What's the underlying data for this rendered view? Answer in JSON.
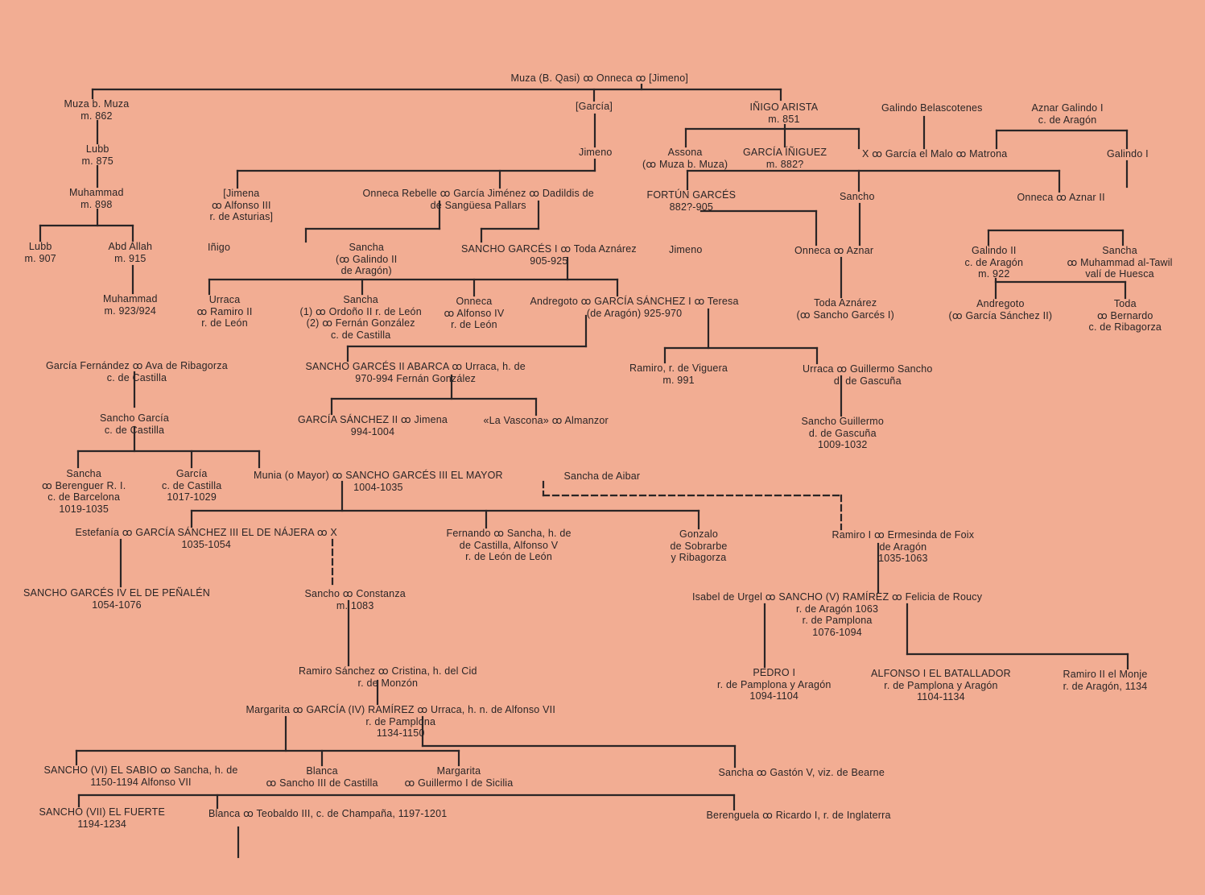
{
  "nodes": [
    {
      "id": "muza_qasi",
      "lines": [
        "Muza (B. Qasi) ꝏ Onneca ꝏ [Jimeno]"
      ]
    },
    {
      "id": "muza_b_muza",
      "lines": [
        "Muza b. Muza",
        "m. 862"
      ]
    },
    {
      "id": "garcia_bracket",
      "lines": [
        "[García]"
      ]
    },
    {
      "id": "inigo_arista",
      "lines": [
        "IÑIGO ARISTA",
        "m. 851"
      ]
    },
    {
      "id": "galindo_belasco",
      "lines": [
        "Galindo Belascotenes"
      ]
    },
    {
      "id": "aznar_galindo",
      "lines": [
        "Aznar Galindo I",
        "c. de Aragón"
      ]
    },
    {
      "id": "lubb_875",
      "lines": [
        "Lubb",
        "m. 875"
      ]
    },
    {
      "id": "jimeno_1",
      "lines": [
        "Jimeno"
      ]
    },
    {
      "id": "assona",
      "lines": [
        "Assona",
        "(ꝏ Muza b. Muza)"
      ]
    },
    {
      "id": "garcia_iniguez",
      "lines": [
        "GARCÍA ÍÑIGUEZ",
        "m. 882?"
      ]
    },
    {
      "id": "x_garcia_malo",
      "lines": [
        "X ꝏ García el Malo ꝏ Matrona"
      ]
    },
    {
      "id": "galindo_i",
      "lines": [
        "Galindo I"
      ]
    },
    {
      "id": "muhammad_898",
      "lines": [
        "Muhammad",
        "m. 898"
      ]
    },
    {
      "id": "jimena",
      "lines": [
        "[Jimena",
        "ꝏ Alfonso III",
        "r. de Asturias]"
      ]
    },
    {
      "id": "onneca_rebelle",
      "lines": [
        "Onneca Rebelle ꝏ García Jiménez ꝏ Dadildis de",
        "de Sangüesa                                       Pallars"
      ]
    },
    {
      "id": "fortun",
      "lines": [
        "FORTÚN GARCÉS",
        "882?-905"
      ]
    },
    {
      "id": "sancho_1",
      "lines": [
        "Sancho"
      ]
    },
    {
      "id": "onneca_aznar2",
      "lines": [
        "Onneca ꝏ Aznar II"
      ]
    },
    {
      "id": "lubb_907",
      "lines": [
        "Lubb",
        "m. 907"
      ]
    },
    {
      "id": "abd_allah",
      "lines": [
        "Abd Allah",
        "m. 915"
      ]
    },
    {
      "id": "inigo_small",
      "lines": [
        "Iñigo"
      ]
    },
    {
      "id": "sancha_galindo",
      "lines": [
        "Sancha",
        "(ꝏ Galindo II",
        "de Aragón)"
      ]
    },
    {
      "id": "sancho_garces_i",
      "lines": [
        "SANCHO GARCÉS I ꝏ Toda Aznárez",
        "905-925"
      ]
    },
    {
      "id": "jimeno_2",
      "lines": [
        "Jimeno"
      ]
    },
    {
      "id": "onneca_aznar",
      "lines": [
        "Onneca ꝏ Aznar"
      ]
    },
    {
      "id": "galindo_ii",
      "lines": [
        "Galindo II",
        "c. de Aragón",
        "m. 922"
      ]
    },
    {
      "id": "sancha_tawil",
      "lines": [
        "Sancha",
        "ꝏ Muhammad al-Tawil",
        "valí de Huesca"
      ]
    },
    {
      "id": "muhammad_923",
      "lines": [
        "Muhammad",
        "m. 923/924"
      ]
    },
    {
      "id": "urraca_ramiro",
      "lines": [
        "Urraca",
        "ꝏ Ramiro II",
        "r. de León"
      ]
    },
    {
      "id": "sancha_ordono",
      "lines": [
        "Sancha",
        "(1) ꝏ Ordoño II r. de León",
        "(2) ꝏ Fernán González",
        "c. de Castilla"
      ]
    },
    {
      "id": "onneca_alfonso4",
      "lines": [
        "Onneca",
        "ꝏ Alfonso IV",
        "r. de León"
      ]
    },
    {
      "id": "andregoto_garcia",
      "lines": [
        "Andregoto ꝏ GARCÍA SÁNCHEZ I ꝏ Teresa",
        "(de Aragón)                          925-970"
      ]
    },
    {
      "id": "toda_aznarez",
      "lines": [
        "Toda Aznárez",
        "(ꝏ Sancho Garcés I)"
      ]
    },
    {
      "id": "andregoto_2",
      "lines": [
        "Andregoto",
        "(ꝏ García Sánchez II)"
      ]
    },
    {
      "id": "toda_bernardo",
      "lines": [
        "Toda",
        "ꝏ Bernardo",
        "c. de Ribagorza"
      ]
    },
    {
      "id": "garcia_fernandez",
      "lines": [
        "García Fernández ꝏ Ava de Ribagorza",
        "c. de Castilla"
      ]
    },
    {
      "id": "sancho_abarca",
      "lines": [
        "SANCHO GARCÉS II ABARCA ꝏ Urraca, h. de",
        "970-994                    Fernán González"
      ]
    },
    {
      "id": "ramiro_viguera",
      "lines": [
        "Ramiro, r. de Viguera",
        "m. 991"
      ]
    },
    {
      "id": "urraca_guillermo",
      "lines": [
        "Urraca ꝏ Guillermo Sancho",
        "d. de Gascuña"
      ]
    },
    {
      "id": "sancho_garcia_cast",
      "lines": [
        "Sancho García",
        "c. de Castilla"
      ]
    },
    {
      "id": "garcia_sanchez_ii",
      "lines": [
        "GARCÍA SÁNCHEZ II ꝏ Jimena",
        "994-1004"
      ]
    },
    {
      "id": "la_vascona",
      "lines": [
        "«La Vascona» ꝏ Almanzor"
      ]
    },
    {
      "id": "sancho_guillermo",
      "lines": [
        "Sancho Guillermo",
        "d. de Gascuña",
        "1009-1032"
      ]
    },
    {
      "id": "sancha_berenguer",
      "lines": [
        "Sancha",
        "ꝏ Berenguer R. I.",
        "c. de Barcelona",
        "1019-1035"
      ]
    },
    {
      "id": "garcia_castilla",
      "lines": [
        "García",
        "c. de Castilla",
        "1017-1029"
      ]
    },
    {
      "id": "munia_sancho",
      "lines": [
        "Munia (o Mayor) ꝏ SANCHO GARCÉS III EL MAYOR",
        "1004-1035"
      ]
    },
    {
      "id": "sancha_aibar",
      "lines": [
        "Sancha de Aibar"
      ]
    },
    {
      "id": "estefania",
      "lines": [
        "Estefanía ꝏ GARCÍA SÁNCHEZ III EL DE NÁJERA ꝏ X",
        "1035-1054"
      ]
    },
    {
      "id": "fernando_sancha",
      "lines": [
        "Fernando ꝏ Sancha, h. de",
        "de Castilla,   Alfonso V",
        "r. de León      de León"
      ]
    },
    {
      "id": "gonzalo",
      "lines": [
        "Gonzalo",
        "de Sobrarbe",
        "y Ribagorza"
      ]
    },
    {
      "id": "ramiro_i",
      "lines": [
        "Ramiro I ꝏ Ermesinda de Foix",
        "de Aragón",
        "1035-1063"
      ]
    },
    {
      "id": "sancho_penalen",
      "lines": [
        "SANCHO GARCÉS IV EL DE PEÑALÉN",
        "1054-1076"
      ]
    },
    {
      "id": "sancho_constanza",
      "lines": [
        "Sancho ꝏ Constanza",
        "m. 1083"
      ]
    },
    {
      "id": "sancho_ramirez",
      "lines": [
        "Isabel de Urgel ꝏ SANCHO (V) RAMÍREZ ꝏ Felicia de Roucy",
        "r. de Aragón 1063",
        "r. de Pamplona",
        "1076-1094"
      ]
    },
    {
      "id": "ramiro_sanchez",
      "lines": [
        "Ramiro Sánchez ꝏ Cristina, h. del Cid",
        "r. de Monzón"
      ]
    },
    {
      "id": "pedro_i",
      "lines": [
        "PEDRO I",
        "r. de Pamplona y Aragón",
        "1094-1104"
      ]
    },
    {
      "id": "alfonso_i",
      "lines": [
        "ALFONSO I EL BATALLADOR",
        "r. de Pamplona y Aragón",
        "1104-1134"
      ]
    },
    {
      "id": "ramiro_ii",
      "lines": [
        "Ramiro II el Monje",
        "r. de Aragón, 1134"
      ]
    },
    {
      "id": "garcia_iv",
      "lines": [
        "Margarita ꝏ GARCÍA (IV) RAMÍREZ ꝏ Urraca, h. n. de Alfonso VII",
        "r. de Pamplona",
        "1134-1150"
      ]
    },
    {
      "id": "sancho_vi",
      "lines": [
        "SANCHO (VI) EL SABIO ꝏ Sancha, h. de",
        "1150-1194          Alfonso VII"
      ]
    },
    {
      "id": "blanca_sancho_iii",
      "lines": [
        "Blanca",
        "ꝏ Sancho III de Castilla"
      ]
    },
    {
      "id": "margarita_guillermo",
      "lines": [
        "Margarita",
        "ꝏ Guillermo I de Sicilia"
      ]
    },
    {
      "id": "sancha_gaston",
      "lines": [
        "Sancha ꝏ Gastón V, viz. de Bearne"
      ]
    },
    {
      "id": "sancho_vii",
      "lines": [
        "SANCHO (VII) EL FUERTE",
        "1194-1234"
      ]
    },
    {
      "id": "blanca_teobaldo",
      "lines": [
        "Blanca ꝏ Teobaldo III, c. de Champaña, 1197-1201"
      ]
    },
    {
      "id": "berenguela",
      "lines": [
        "Berenguela ꝏ Ricardo I, r. de Inglaterra"
      ]
    }
  ]
}
